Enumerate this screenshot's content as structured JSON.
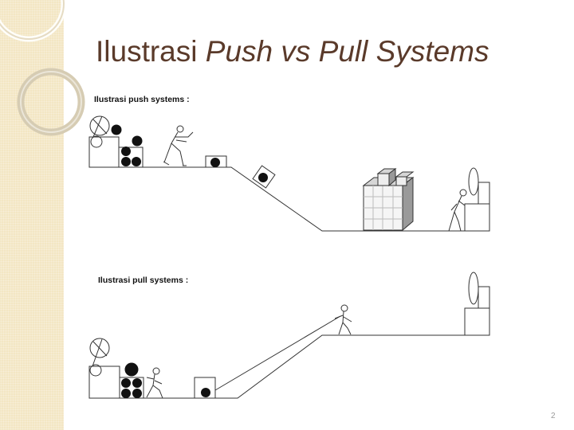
{
  "slide": {
    "title_plain": "Ilustrasi ",
    "title_italic": "Push vs Pull Systems",
    "push_caption": "Ilustrasi push systems :",
    "pull_caption": "Ilustrasi pull systems :",
    "slide_number": "2"
  },
  "colors": {
    "side_strip": "#f3e6c3",
    "ring": "#d9cfb6",
    "title": "#5a3a2a",
    "line": "#333333"
  }
}
